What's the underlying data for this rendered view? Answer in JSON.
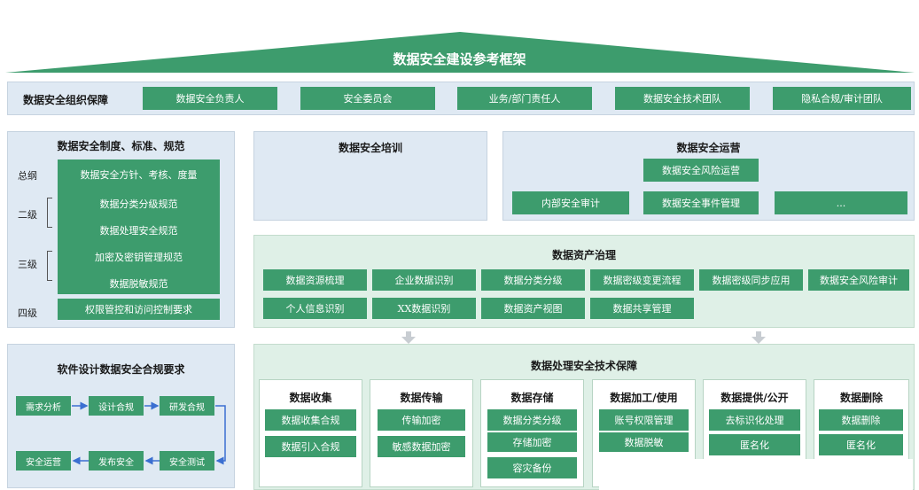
{
  "roof": {
    "title": "数据安全建设参考框架"
  },
  "org": {
    "label": "数据安全组织保障",
    "items": [
      "数据安全负责人",
      "安全委员会",
      "业务/部门责任人",
      "数据安全技术团队",
      "隐私合规/审计团队"
    ]
  },
  "policy": {
    "title": "数据安全制度、标准、规范",
    "levels": [
      "总纲",
      "二级",
      "三级",
      "四级"
    ],
    "items": [
      "数据安全方针、考核、度量",
      "数据分类分级规范",
      "数据处理安全规范",
      "加密及密钥管理规范",
      "数据脱敏规范",
      "权限管控和访问控制要求"
    ]
  },
  "training": {
    "title": "数据安全培训"
  },
  "operation": {
    "title": "数据安全运营",
    "items": [
      "数据安全风险运营",
      "内部安全审计",
      "数据安全事件管理",
      "..."
    ]
  },
  "asset": {
    "title": "数据资产治理",
    "row1": [
      "数据资源梳理",
      "企业数据识别",
      "数据分类分级",
      "数据密级变更流程",
      "数据密级同步应用",
      "数据安全风险审计"
    ],
    "row2": [
      "个人信息识别",
      "XX数据识别",
      "数据资产视图",
      "数据共享管理"
    ]
  },
  "sdlc": {
    "title": "软件设计数据安全合规要求",
    "steps": [
      "需求分析",
      "设计合规",
      "研发合规",
      "安全运营",
      "发布安全",
      "安全测试"
    ]
  },
  "tech": {
    "title": "数据处理安全技术保障",
    "columns": [
      {
        "title": "数据收集",
        "items": [
          "数据收集合规",
          "数据引入合规"
        ]
      },
      {
        "title": "数据传输",
        "items": [
          "传输加密",
          "敏感数据加密"
        ]
      },
      {
        "title": "数据存储",
        "items": [
          "数据分类分级",
          "存储加密",
          "容灾备份"
        ]
      },
      {
        "title": "数据加工/使用",
        "items": [
          "账号权限管理",
          "数据脱敏"
        ]
      },
      {
        "title": "数据提供/公开",
        "items": [
          "去标识化处理",
          "匿名化"
        ]
      },
      {
        "title": "数据删除",
        "items": [
          "数据删除",
          "匿名化"
        ]
      }
    ]
  },
  "colors": {
    "green": "#3d9c6d",
    "roof": "#3d9c6d",
    "panel": "#dfe9f3",
    "green_panel": "#dff0e7"
  }
}
